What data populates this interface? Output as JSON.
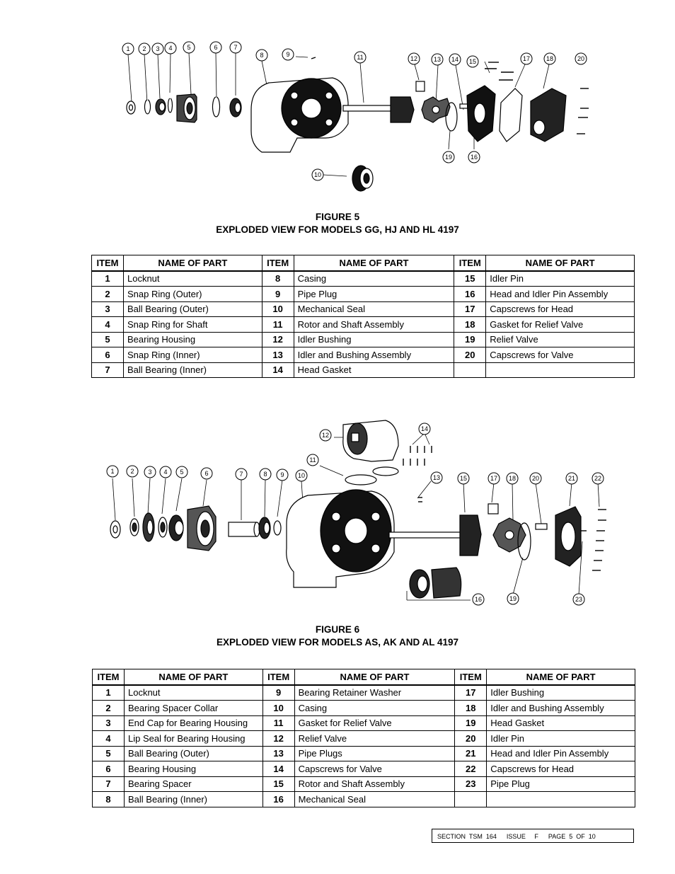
{
  "figure5": {
    "label": "FIGURE 5",
    "caption": "EXPLODED VIEW FOR MODELS GG, HJ AND HL 4197",
    "callouts": [
      "1",
      "2",
      "3",
      "4",
      "5",
      "6",
      "7",
      "8",
      "9",
      "10",
      "11",
      "12",
      "13",
      "14",
      "15",
      "16",
      "17",
      "18",
      "19",
      "20"
    ],
    "headers": [
      "ITEM",
      "NAME OF PART",
      "ITEM",
      "NAME OF PART",
      "ITEM",
      "NAME OF PART"
    ],
    "rows": [
      [
        "1",
        "Locknut",
        "8",
        "Casing",
        "15",
        "Idler Pin"
      ],
      [
        "2",
        "Snap Ring (Outer)",
        "9",
        "Pipe Plug",
        "16",
        "Head and Idler Pin Assembly"
      ],
      [
        "3",
        "Ball Bearing (Outer)",
        "10",
        "Mechanical Seal",
        "17",
        "Capscrews for Head"
      ],
      [
        "4",
        "Snap Ring for Shaft",
        "11",
        "Rotor and Shaft Assembly",
        "18",
        "Gasket for Relief Valve"
      ],
      [
        "5",
        "Bearing Housing",
        "12",
        "Idler Bushing",
        "19",
        "Relief Valve"
      ],
      [
        "6",
        "Snap Ring (Inner)",
        "13",
        "Idler and Bushing Assembly",
        "20",
        "Capscrews for Valve"
      ],
      [
        "7",
        "Ball Bearing (Inner)",
        "14",
        "Head Gasket",
        "",
        ""
      ]
    ]
  },
  "figure6": {
    "label": "FIGURE 6",
    "caption": "EXPLODED VIEW FOR MODELS AS, AK AND AL 4197",
    "callouts": [
      "1",
      "2",
      "3",
      "4",
      "5",
      "6",
      "7",
      "8",
      "9",
      "10",
      "11",
      "12",
      "13",
      "14",
      "15",
      "16",
      "17",
      "18",
      "19",
      "20",
      "21",
      "22",
      "23"
    ],
    "headers": [
      "ITEM",
      "NAME OF PART",
      "ITEM",
      "NAME OF PART",
      "ITEM",
      "NAME OF PART"
    ],
    "rows": [
      [
        "1",
        "Locknut",
        "9",
        "Bearing Retainer Washer",
        "17",
        "Idler Bushing"
      ],
      [
        "2",
        "Bearing Spacer Collar",
        "10",
        "Casing",
        "18",
        "Idler and Bushing Assembly"
      ],
      [
        "3",
        "End Cap for Bearing Housing",
        "11",
        "Gasket for Relief Valve",
        "19",
        "Head Gasket"
      ],
      [
        "4",
        "Lip Seal for Bearing Housing",
        "12",
        "Relief Valve",
        "20",
        "Idler Pin"
      ],
      [
        "5",
        "Ball Bearing (Outer)",
        "13",
        "Pipe Plugs",
        "21",
        "Head and Idler Pin Assembly"
      ],
      [
        "6",
        "Bearing Housing",
        "14",
        "Capscrews for Valve",
        "22",
        "Capscrews for Head"
      ],
      [
        "7",
        "Bearing Spacer",
        "15",
        "Rotor and Shaft Assembly",
        "23",
        "Pipe Plug"
      ],
      [
        "8",
        "Ball Bearing (Inner)",
        "16",
        "Mechanical Seal",
        "",
        ""
      ]
    ]
  },
  "footer": {
    "section": "SECTION  TSM  164",
    "issue": "ISSUE     F",
    "page": "PAGE  5  OF  10"
  }
}
